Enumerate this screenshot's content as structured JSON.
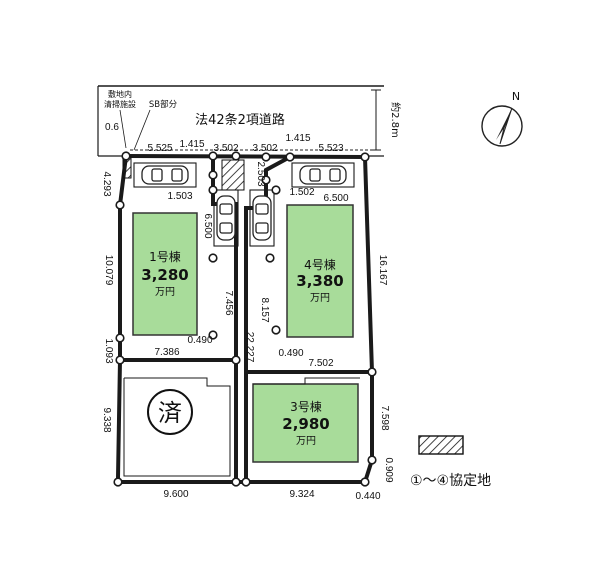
{
  "road": {
    "name": "法42条2項道路",
    "width_label": "約2.8m",
    "note_top": "敷地内",
    "note_bottom": "清掃施設",
    "sb_label": "SB部分"
  },
  "compass": {
    "north_label": "N"
  },
  "buildings": [
    {
      "id": "b1",
      "name": "1号棟",
      "price": "3,280",
      "unit": "万円"
    },
    {
      "id": "b4",
      "name": "4号棟",
      "price": "3,380",
      "unit": "万円"
    },
    {
      "id": "b3",
      "name": "3号棟",
      "price": "2,980",
      "unit": "万円"
    }
  ],
  "sold_lot_mark": "済",
  "legend": {
    "text": "①～④協定地"
  },
  "dimensions": {
    "d0_6": "0.6",
    "d5_525": "5.525",
    "d1_415_left": "1.415",
    "d3_502_left": "3.502",
    "d3_502_right": "3.502",
    "d1_415_right": "1.415",
    "d5_523": "5.523",
    "d4_293": "4.293",
    "d1_503": "1.503",
    "d2_503": "2.503",
    "d1_502": "1.502",
    "d6_500_right": "6.500",
    "d6_500_left": "6.500",
    "d10_079": "10.079",
    "d16_167": "16.167",
    "d7_456": "7.456",
    "d8_157": "8.157",
    "d22_227": "22.227",
    "d0_490_left": "0.490",
    "d0_490_right": "0.490",
    "d1_093": "1.093",
    "d7_386": "7.386",
    "d7_502": "7.502",
    "d9_338": "9.338",
    "d7_598": "7.598",
    "d0_909": "0.909",
    "d9_600": "9.600",
    "d9_324": "9.324",
    "d0_440": "0.440"
  }
}
